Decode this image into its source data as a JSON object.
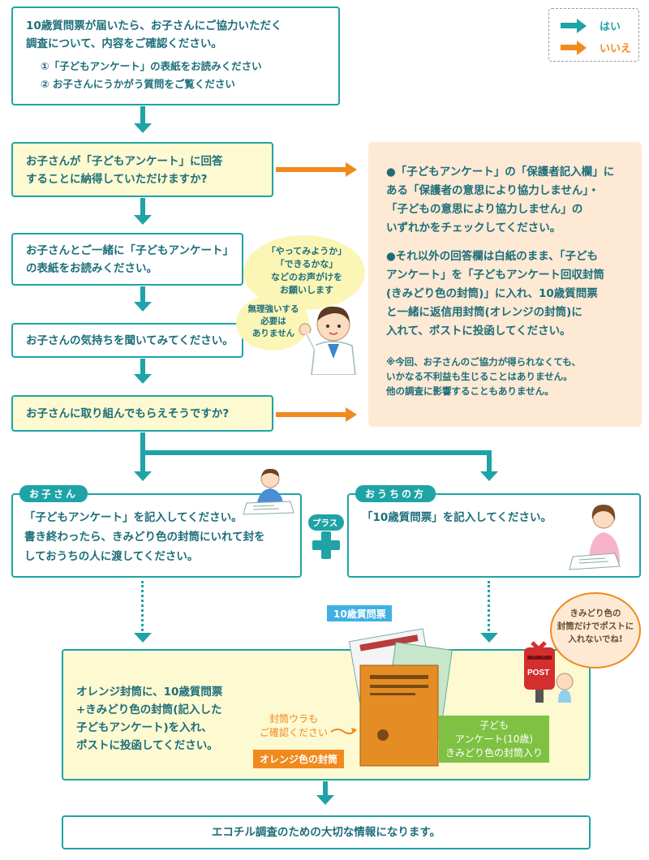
{
  "legend": {
    "yes": "はい",
    "no": "いいえ"
  },
  "intro": {
    "line1": "10歳質問票が届いたら、お子さんにご協力いただく",
    "line2": "調査について、内容をご確認ください。",
    "item1": "①「子どもアンケート」の表紙をお読みください",
    "item2": "② お子さんにうかがう質問をご覧ください"
  },
  "q1": {
    "line1": "お子さんが「子どもアンケート」に回答",
    "line2": "することに納得していただけますか?"
  },
  "step2": {
    "line1": "お子さんとご一緒に「子どもアンケート」",
    "line2": "の表紙をお読みください。"
  },
  "step3": {
    "text": "お子さんの気持ちを聞いてみてください。"
  },
  "q2": {
    "text": "お子さんに取り組んでもらえそうですか?"
  },
  "speech": {
    "line1": "「やってみようか」",
    "line2": "「できるかな」",
    "line3": "などのお声がけを",
    "line4": "お願いします",
    "small1": "無理強いする",
    "small2": "必要は",
    "small3": "ありません"
  },
  "no_panel": {
    "p1_l1": "●「子どもアンケート」の「保護者記入欄」に",
    "p1_l2": "ある「保護者の意思により協力しません」・",
    "p1_l3": "「子どもの意思により協力しません」の",
    "p1_l4": "いずれかをチェックしてください。",
    "p2_l1": "●それ以外の回答欄は白紙のまま、「子ども",
    "p2_l2": "アンケート」を「子どもアンケート回収封筒",
    "p2_l3": "(きみどり色の封筒)」に入れ、10歳質問票",
    "p2_l4": "と一緒に返信用封筒(オレンジの封筒)に",
    "p2_l5": "入れて、ポストに投函してください。",
    "note_l1": "※今回、お子さんのご協力が得られなくても、",
    "note_l2": "いかなる不利益も生じることはありません。",
    "note_l3": "他の調査に影響することもありません。"
  },
  "child": {
    "tag": "お子さん",
    "line1": "「子どもアンケート」を記入してください。",
    "line2": "書き終わったら、きみどり色の封筒にいれて封を",
    "line3": "しておうちの人に渡してください。"
  },
  "plus": {
    "label": "プラス"
  },
  "parent": {
    "tag": "おうちの方",
    "line1": "「10歳質問票」を記入してください。"
  },
  "final": {
    "line1": "オレンジ封筒に、10歳質問票",
    "line2": "+きみどり色の封筒(記入した",
    "line3": "子どもアンケート)を入れ、",
    "line4": "ポストに投函してください。",
    "check1": "封筒ウラも",
    "check2": "ご確認ください",
    "orange_label": "オレンジ色の封筒",
    "green1": "子ども",
    "green2": "アンケート(10歳)",
    "green3": "きみどり色の封筒入り",
    "q_label": "10歳質問票",
    "warning1": "きみどり色の",
    "warning2": "封筒だけでポストに",
    "warning3": "入れないでね!",
    "post": "POST"
  },
  "footer": {
    "text": "エコチル調査のための大切な情報になります。"
  },
  "colors": {
    "teal": "#1fa3a6",
    "orange": "#f08a1e",
    "cream": "#fdf9d1",
    "peach": "#fde9d4",
    "green": "#7ec143"
  }
}
